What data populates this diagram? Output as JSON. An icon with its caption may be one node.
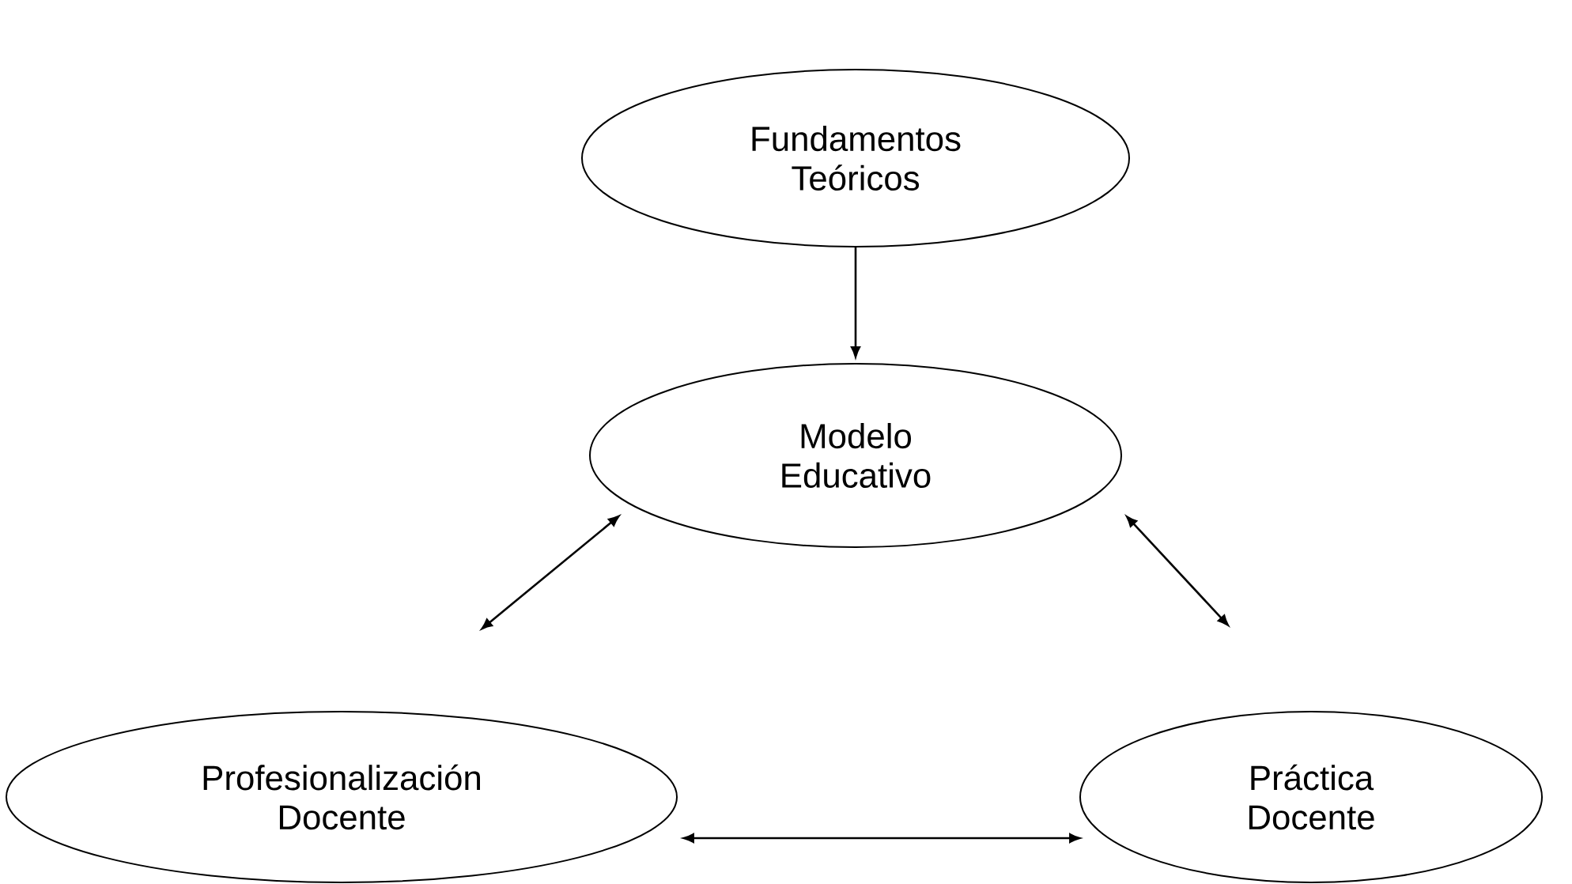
{
  "diagram": {
    "nodes": [
      {
        "text": [
          "Fundamentos Teóricos"
        ]
      },
      {
        "text": [
          "Modelo Educativo"
        ]
      },
      {
        "text": [
          "Profesionalización Docente"
        ]
      },
      {
        "text": [
          "Práctica Docente"
        ]
      }
    ],
    "edges": [
      {
        "from": 0,
        "to": 1,
        "arrow": "to"
      },
      {
        "from": 1,
        "to": 2,
        "arrow": "both"
      },
      {
        "from": 1,
        "to": 3,
        "arrow": "both"
      },
      {
        "from": 2,
        "to": 3,
        "arrow": "both"
      }
    ]
  }
}
